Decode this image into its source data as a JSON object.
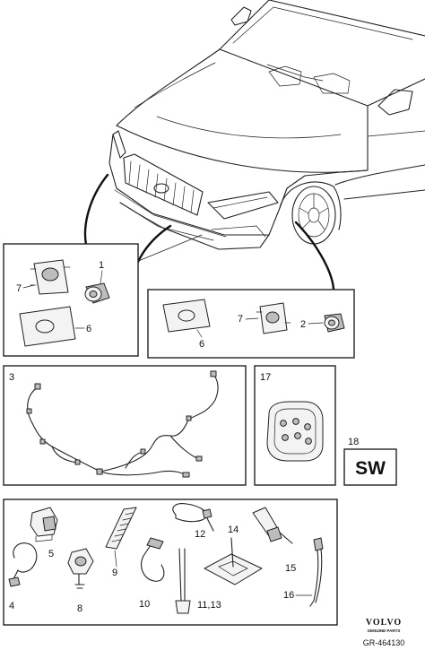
{
  "callouts": {
    "c1": "1",
    "c2": "2",
    "c3": "3",
    "c4": "4",
    "c5": "5",
    "c6a": "6",
    "c6b": "6",
    "c7a": "7",
    "c7b": "7",
    "c8": "8",
    "c9": "9",
    "c10": "10",
    "c11_13": "11,13",
    "c12": "12",
    "c14": "14",
    "c15": "15",
    "c16": "16",
    "c17": "17",
    "c18": "18"
  },
  "part_18_text": "SW",
  "brand": {
    "name": "VOLVO",
    "sub": "GENUINE PARTS"
  },
  "reference": "GR-464130"
}
